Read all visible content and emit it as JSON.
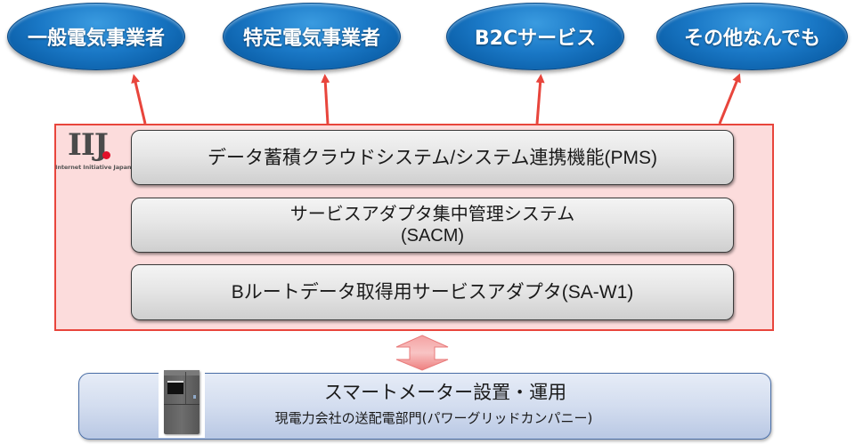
{
  "targets": [
    {
      "label": "一般電気事業者"
    },
    {
      "label": "特定電気事業者"
    },
    {
      "label": "B2Cサービス"
    },
    {
      "label": "その他なんでも"
    }
  ],
  "iij_platform": {
    "logo": {
      "mark": "IIJ",
      "tagline": "Internet Initiative Japan",
      "accent_color": "#e2102a"
    },
    "layers": [
      {
        "line1": "データ蓄積クラウドシステム/システム連携機能(PMS)",
        "line2": ""
      },
      {
        "line1": "サービスアダプタ集中管理システム",
        "line2": "(SACM)"
      },
      {
        "line1": "Bルートデータ取得用サービスアダプタ(SA-W1)",
        "line2": ""
      }
    ],
    "border_color": "#e8453c",
    "fill_color": "#fcdcdc"
  },
  "connector": {
    "type": "bidirectional-arrow",
    "color": "#f08080"
  },
  "smart_meter": {
    "title": "スマートメーター設置・運用",
    "subtitle": "現電力会社の送配電部門(パワーグリッドカンパニー)",
    "image": "smart-meter-device"
  },
  "colors": {
    "ellipse_blue": "#1a78c6",
    "arrow_red": "#e8453c",
    "bottom_box_blue": "#d3ddef"
  }
}
